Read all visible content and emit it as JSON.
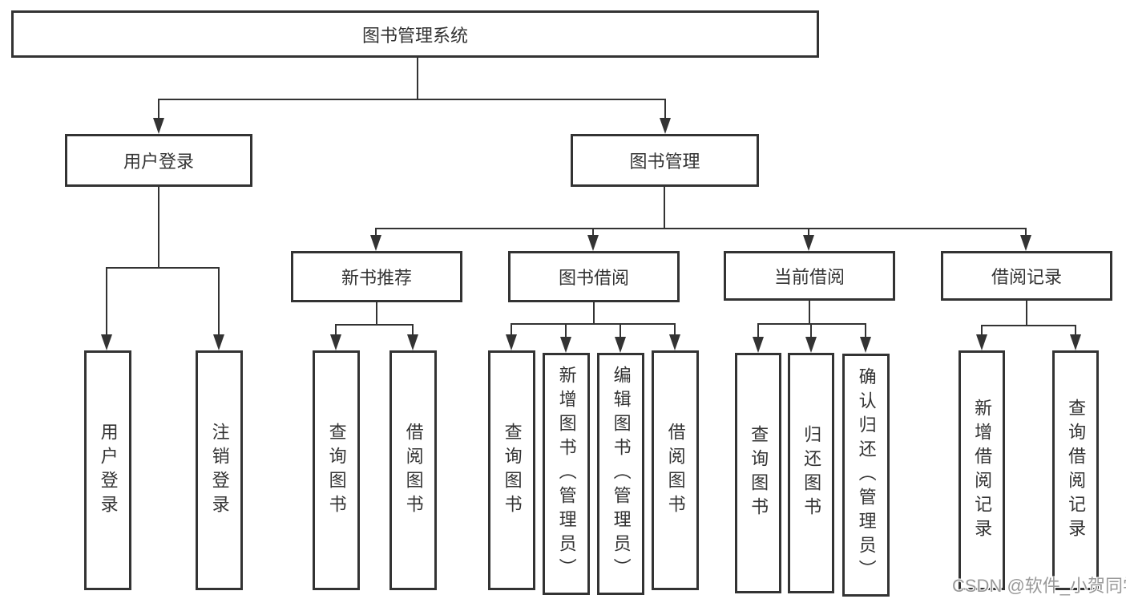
{
  "colors": {
    "line": "#333333",
    "text": "#333333",
    "background": "#ffffff",
    "watermark_gray": "#999999"
  },
  "watermark": "CSDN @软件_小贺同学",
  "tree": {
    "root": "图书管理系统",
    "children": [
      {
        "label": "用户登录",
        "children": [
          "用户登录",
          "注销登录"
        ]
      },
      {
        "label": "图书管理",
        "children": [
          {
            "label": "新书推荐",
            "children": [
              "查询图书",
              "借阅图书"
            ]
          },
          {
            "label": "图书借阅",
            "children": [
              "查询图书",
              "新增图书（管理员）",
              "编辑图书（管理员）",
              "借阅图书"
            ]
          },
          {
            "label": "当前借阅",
            "children": [
              "查询图书",
              "归还图书",
              "确认归还（管理员）"
            ]
          },
          {
            "label": "借阅记录",
            "children": [
              "新增借阅记录",
              "查询借阅记录"
            ]
          }
        ]
      }
    ]
  }
}
